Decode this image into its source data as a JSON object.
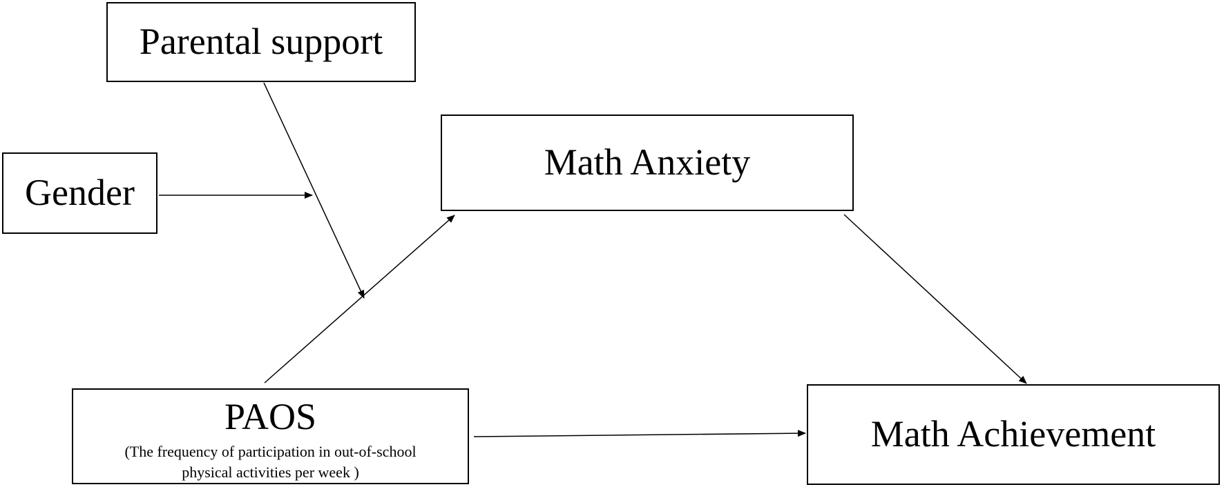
{
  "nodes": {
    "parental_support": {
      "label": "Parental support"
    },
    "gender": {
      "label": "Gender"
    },
    "math_anxiety": {
      "label": "Math Anxiety"
    },
    "paos": {
      "label": "PAOS",
      "sublabel_line1": "(The frequency of participation in out-of-school",
      "sublabel_line2": "physical activities per week )"
    },
    "math_achievement": {
      "label": "Math Achievement"
    }
  },
  "edges": [
    {
      "from": "parental_support",
      "to": "paos-to-anxiety path"
    },
    {
      "from": "gender",
      "to": "parental_support path"
    },
    {
      "from": "paos",
      "to": "math_anxiety"
    },
    {
      "from": "math_anxiety",
      "to": "math_achievement"
    },
    {
      "from": "paos",
      "to": "math_achievement"
    }
  ]
}
